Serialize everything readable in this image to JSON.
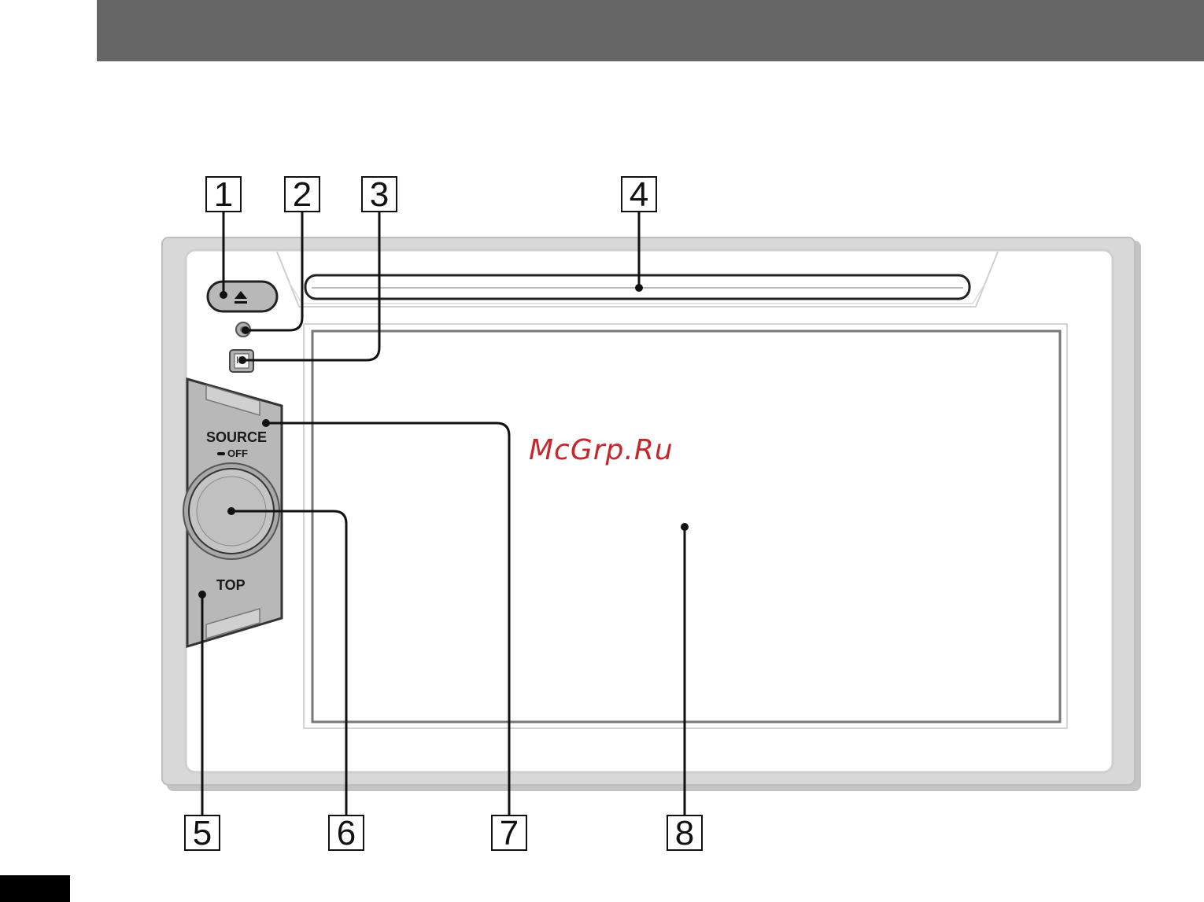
{
  "callouts": {
    "c1": "1",
    "c2": "2",
    "c3": "3",
    "c4": "4",
    "c5": "5",
    "c6": "6",
    "c7": "7",
    "c8": "8"
  },
  "panel": {
    "source_label": "SOURCE",
    "off_label": "OFF",
    "top_label": "TOP",
    "ir_label": "IR"
  },
  "watermark": "McGrp.Ru",
  "colors": {
    "header": "#666666",
    "frame": "#d0d0d0",
    "button": "#b8b8b8",
    "watermark": "#c8262b"
  }
}
